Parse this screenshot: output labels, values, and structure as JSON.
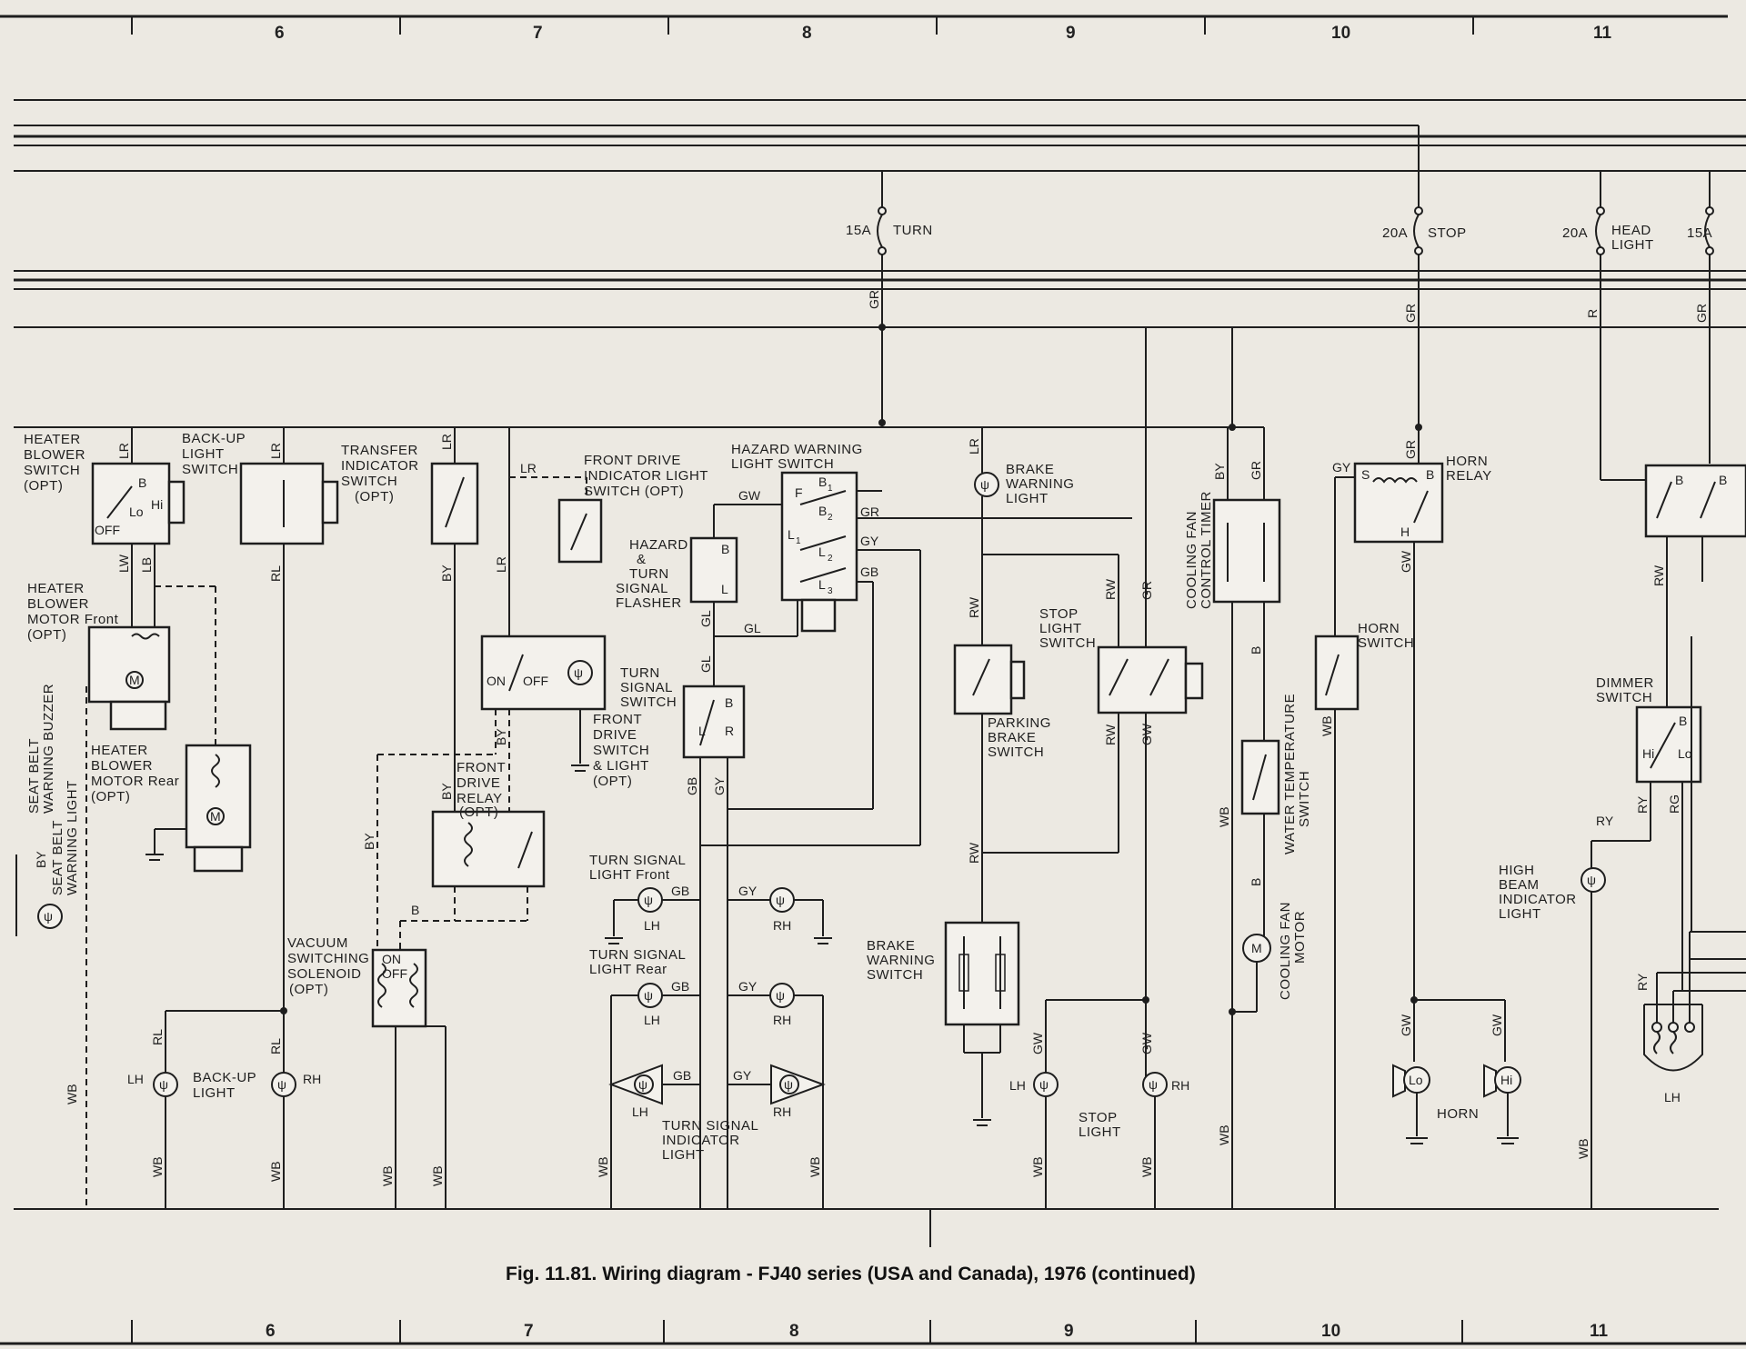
{
  "caption": "Fig. 11.81. Wiring diagram - FJ40 series (USA and Canada), 1976 (continued)",
  "grid_top": [
    "6",
    "7",
    "8",
    "9",
    "10",
    "11"
  ],
  "grid_bottom": [
    "6",
    "7",
    "8",
    "9",
    "10",
    "11"
  ],
  "fuses": {
    "turn": {
      "rating": "15A",
      "name": "TURN"
    },
    "stop": {
      "rating": "20A",
      "name": "STOP"
    },
    "head": {
      "rating": "20A",
      "name1": "HEAD",
      "name2": "LIGHT"
    },
    "other": {
      "rating": "15A"
    }
  },
  "components": {
    "heater_blower_switch": [
      "HEATER",
      "BLOWER",
      "SWITCH",
      "(OPT)"
    ],
    "backup_light_switch": [
      "BACK-UP",
      "LIGHT",
      "SWITCH"
    ],
    "transfer_indicator_switch": [
      "TRANSFER",
      "INDICATOR",
      "SWITCH",
      "(OPT)"
    ],
    "front_drive_indicator_switch": [
      "FRONT DRIVE",
      "INDICATOR LIGHT",
      "SWITCH (OPT)"
    ],
    "hazard_warning_switch": [
      "HAZARD WARNING",
      "LIGHT SWITCH"
    ],
    "hazard_flasher": [
      "HAZARD",
      "&",
      "TURN",
      "SIGNAL",
      "FLASHER"
    ],
    "turn_signal_switch": [
      "TURN",
      "SIGNAL",
      "SWITCH"
    ],
    "front_drive_switch": [
      "FRONT",
      "DRIVE",
      "SWITCH",
      "& LIGHT",
      "(OPT)"
    ],
    "front_drive_relay": [
      "FRONT",
      "DRIVE",
      "RELAY",
      "(OPT)"
    ],
    "heater_motor_front": [
      "HEATER",
      "BLOWER",
      "MOTOR Front",
      "(OPT)"
    ],
    "heater_motor_rear": [
      "HEATER",
      "BLOWER",
      "MOTOR Rear",
      "(OPT)"
    ],
    "vacuum_solenoid": [
      "VACUUM",
      "SWITCHING",
      "SOLENOID",
      "(OPT)"
    ],
    "seat_belt_buzzer": [
      "SEAT BELT",
      "WARNING BUZZER"
    ],
    "seat_belt_light": [
      "SEAT BELT",
      "WARNING LIGHT"
    ],
    "brake_warning_light": [
      "BRAKE",
      "WARNING",
      "LIGHT"
    ],
    "parking_brake_switch": [
      "PARKING",
      "BRAKE",
      "SWITCH"
    ],
    "stop_light_switch": [
      "STOP",
      "LIGHT",
      "SWITCH"
    ],
    "brake_warning_switch": [
      "BRAKE",
      "WARNING",
      "SWITCH"
    ],
    "cooling_fan_timer": [
      "COOLING FAN",
      "CONTROL TIMER"
    ],
    "water_temp_switch": [
      "WATER TEMPERATURE",
      "SWITCH"
    ],
    "cooling_fan_motor": [
      "COOLING FAN",
      "MOTOR"
    ],
    "horn_relay": [
      "HORN",
      "RELAY"
    ],
    "horn_switch": [
      "HORN",
      "SWITCH"
    ],
    "horn": "HORN",
    "dimmer_switch": [
      "DIMMER",
      "SWITCH"
    ],
    "high_beam_indicator": [
      "HIGH",
      "BEAM",
      "INDICATOR",
      "LIGHT"
    ],
    "turn_signal_front": [
      "TURN SIGNAL",
      "LIGHT Front"
    ],
    "turn_signal_rear": [
      "TURN SIGNAL",
      "LIGHT Rear"
    ],
    "turn_signal_indicator": [
      "TURN SIGNAL",
      "INDICATOR",
      "LIGHT"
    ],
    "backup_light": [
      "BACK-UP",
      "LIGHT"
    ],
    "stop_light": [
      "STOP",
      "LIGHT"
    ]
  },
  "terminals": {
    "B": "B",
    "Lo": "Lo",
    "Hi": "Hi",
    "OFF": "OFF",
    "ON": "ON",
    "F": "F",
    "B1": "B",
    "B2": "B",
    "L1": "L",
    "L2": "L",
    "L3": "L",
    "L": "L",
    "R": "R",
    "S": "S",
    "H": "H",
    "M": "M",
    "LH": "LH",
    "RH": "RH",
    "Lo_horn": "Lo",
    "Hi_horn": "Hi",
    "sub1": "1",
    "sub2": "2",
    "sub3": "3"
  },
  "wires": {
    "LR": "LR",
    "LW": "LW",
    "LB": "LB",
    "RL": "RL",
    "BY": "BY",
    "GW": "GW",
    "GR": "GR",
    "GY": "GY",
    "GB": "GB",
    "GL": "GL",
    "WB": "WB",
    "RW": "RW",
    "B": "B",
    "R": "R",
    "RY": "RY",
    "RG": "RG"
  }
}
